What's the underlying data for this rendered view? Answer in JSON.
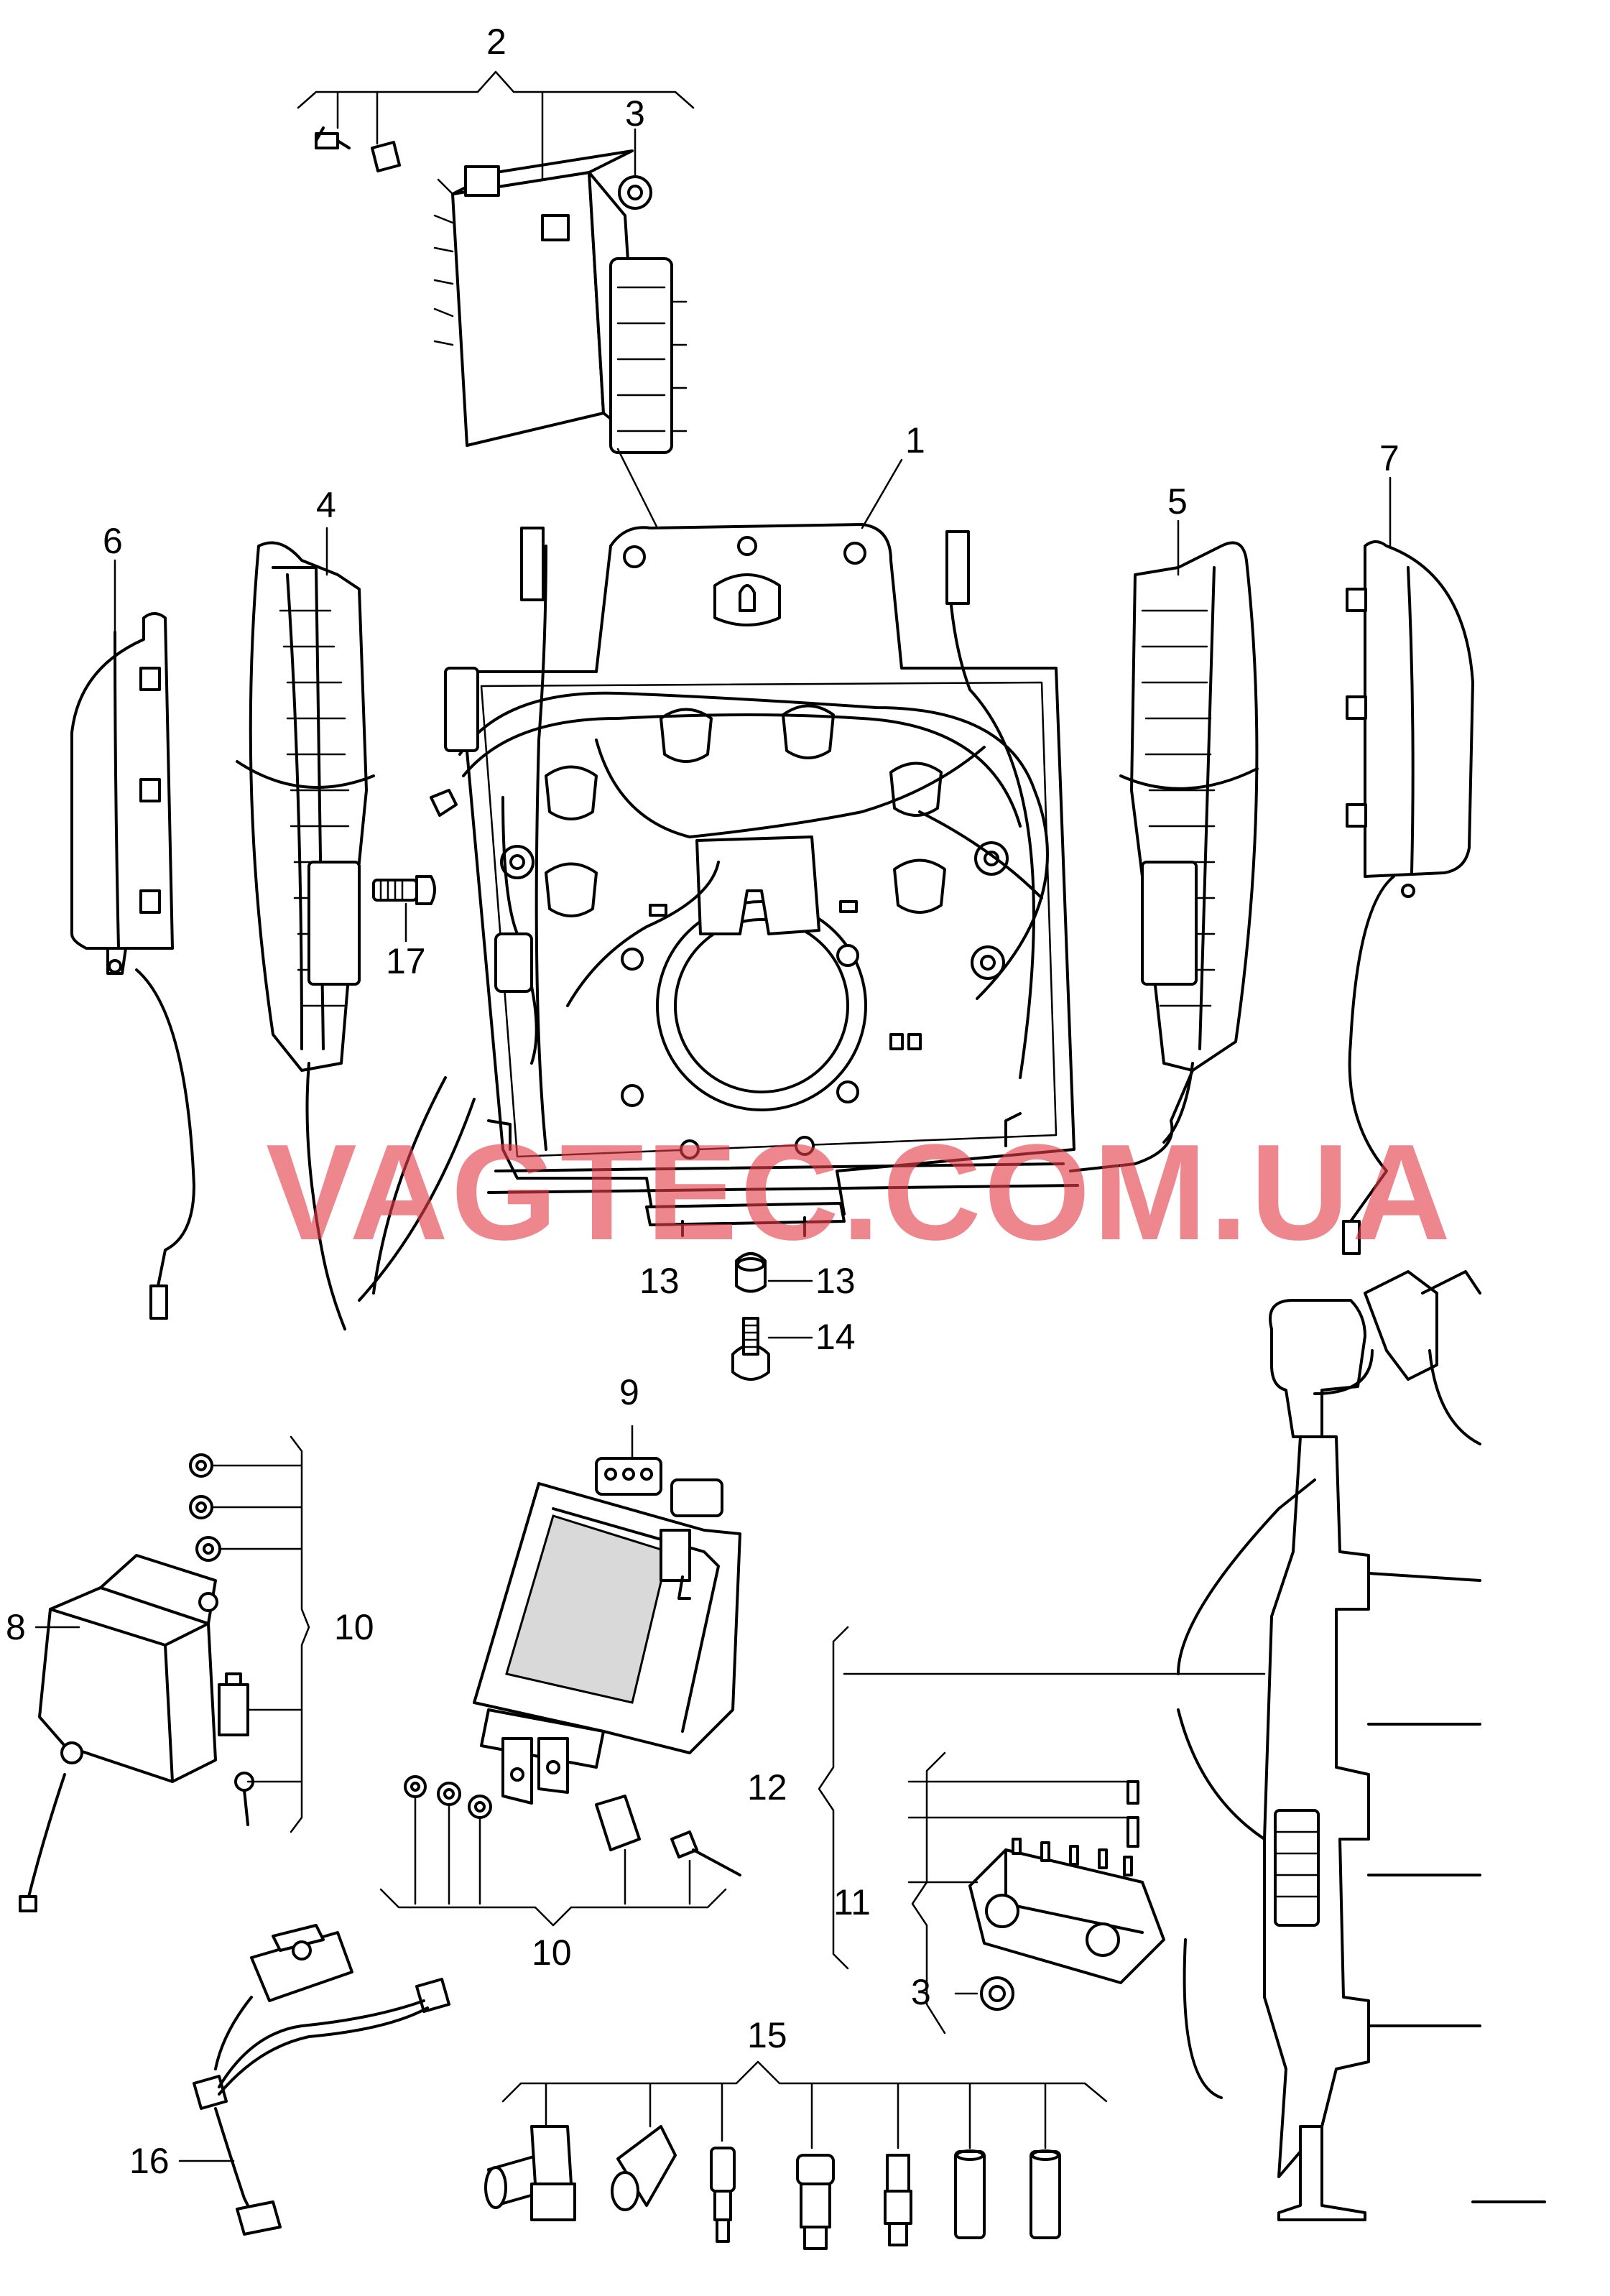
{
  "watermark": "VAGTEC.COM.UA",
  "callouts": {
    "c1": "1",
    "c2": "2",
    "c3a": "3",
    "c3b": "3",
    "c4": "4",
    "c5": "5",
    "c6": "6",
    "c7": "7",
    "c8": "8",
    "c9": "9",
    "c10a": "10",
    "c10b": "10",
    "c11": "11",
    "c12": "12",
    "c13a": "13",
    "c13b": "13",
    "c14": "14",
    "c15": "15",
    "c16": "16",
    "c17": "17"
  }
}
